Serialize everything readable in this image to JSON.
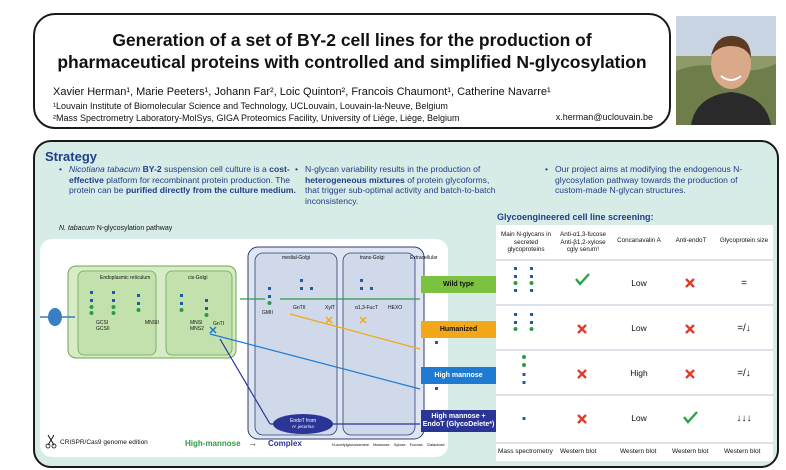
{
  "header": {
    "title_line1": "Generation of a set of BY-2 cell lines for the production of",
    "title_line2": "pharmaceutical proteins with controlled and simplified N-glycosylation",
    "authors": "Xavier Herman¹, Marie Peeters¹, Johann Far², Loic Quinton², Francois Chaumont¹, Catherine Navarre¹",
    "affiliation1": "¹Louvain Institute of Biomolecular Science and Technology, UCLouvain, Louvain-la-Neuve, Belgium",
    "affiliation2": "²Mass Spectrometry Laboratory-MolSys, GIGA Proteomics Facility, University of Liège, Liège, Belgium",
    "email": "x.herman@uclouvain.be"
  },
  "strategy": {
    "heading": "Strategy",
    "b1_italic": "Nicotiana tabacum",
    "b1_bold": "BY-2",
    "b1_text1": "suspension cell culture is a",
    "b1_bold2": "cost-effective",
    "b1_text2": "platform for recombinant protein production. The protein can be",
    "b1_bold3": "purified directly from the culture medium.",
    "b2_text1": "N-glycan variability results in the production of",
    "b2_bold": "heterogeneous mixtures",
    "b2_text2": "of protein glycoforms, that trigger sub-optimal activity and batch-to-batch inconsistency.",
    "b3_text": "Our project aims at modifying the endogenous N-glycosylation pathway towards the production of custom-made N-glycan structures."
  },
  "diagram": {
    "pathway_label_italic": "N. tabacum",
    "pathway_label": "N-glycosylation pathway",
    "er": "Endoplasmic reticulum",
    "cis": "cis-Golgi",
    "medial": "medial-Golgi",
    "trans": "trans-Golgi",
    "extra": "Extracellular",
    "gcsi": "GCSI",
    "gcsii": "GCSII",
    "mnsii": "MNSII",
    "mnsi": "MNSI",
    "mns2": "MNS2",
    "gnti": "GnTI",
    "gmii": "GMII",
    "gntii": "GnTII",
    "xylt": "XylT",
    "fuct": "α1,3-FucT",
    "hexo": "HEXO",
    "endo_l1": "EndoT from",
    "endo_l2": "H. jecorina",
    "crispr": "CRISPR/Cas9 genome edition",
    "hm": "High-mannose",
    "arrow": "→",
    "cx": "Complex",
    "legend": [
      "N-acetylglucosamine",
      "Mannose",
      "Xylose",
      "Fucose",
      "Galactose"
    ]
  },
  "screening": {
    "title": "Glycoengineered cell line screening:",
    "columns": [
      "Main N-glycans in secreted glycoproteins",
      "Anti-α1,3-fucose Anti-β1,2-xylose cgly serum¹",
      "Concanavalin A",
      "Anti-endoT",
      "Glycoprotein size"
    ],
    "footer": [
      "Mass spectrometry",
      "Western blot",
      "Western blot",
      "Western blot",
      "Western blot"
    ],
    "rows": [
      {
        "label": "Wild type",
        "color": "#7cc13f",
        "con_a": "Low",
        "size": "="
      },
      {
        "label": "Humanized",
        "color": "#f2a818",
        "con_a": "Low",
        "size": "=/↓"
      },
      {
        "label": "High mannose",
        "color": "#1f7bd2",
        "con_a": "High",
        "size": "=/↓"
      },
      {
        "label": "High mannose + EndoT (GlycoDelete*)",
        "color": "#2b3595",
        "con_a": "Low",
        "size": "↓↓↓"
      }
    ]
  }
}
